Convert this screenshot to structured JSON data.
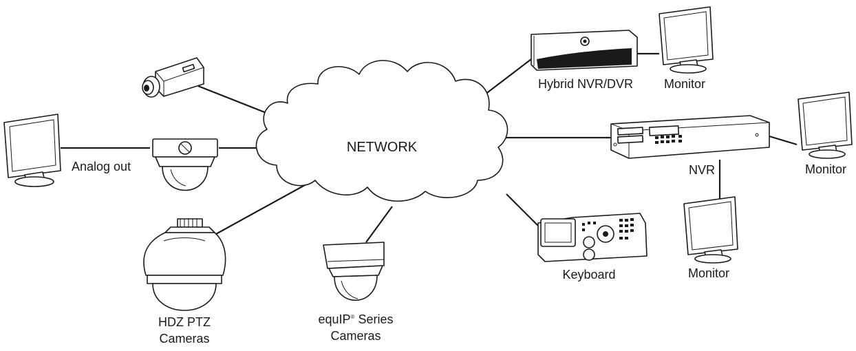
{
  "network": {
    "label": "NETWORK"
  },
  "devices": {
    "hybrid_nvr_dvr": {
      "label": "Hybrid NVR/DVR"
    },
    "monitor_top": {
      "label": "Monitor"
    },
    "nvr": {
      "label": "NVR"
    },
    "monitor_right": {
      "label": "Monitor"
    },
    "monitor_bottom": {
      "label": "Monitor"
    },
    "keyboard": {
      "label": "Keyboard"
    },
    "analog_out": {
      "label": "Analog out"
    },
    "hdz_ptz": {
      "line1": "HDZ PTZ",
      "line2": "Cameras"
    },
    "equip": {
      "line1_a": "equIP",
      "line1_sup": "®",
      "line1_b": " Series",
      "line2": "Cameras"
    }
  },
  "colors": {
    "stroke": "#1a1a1a",
    "background": "#ffffff"
  }
}
